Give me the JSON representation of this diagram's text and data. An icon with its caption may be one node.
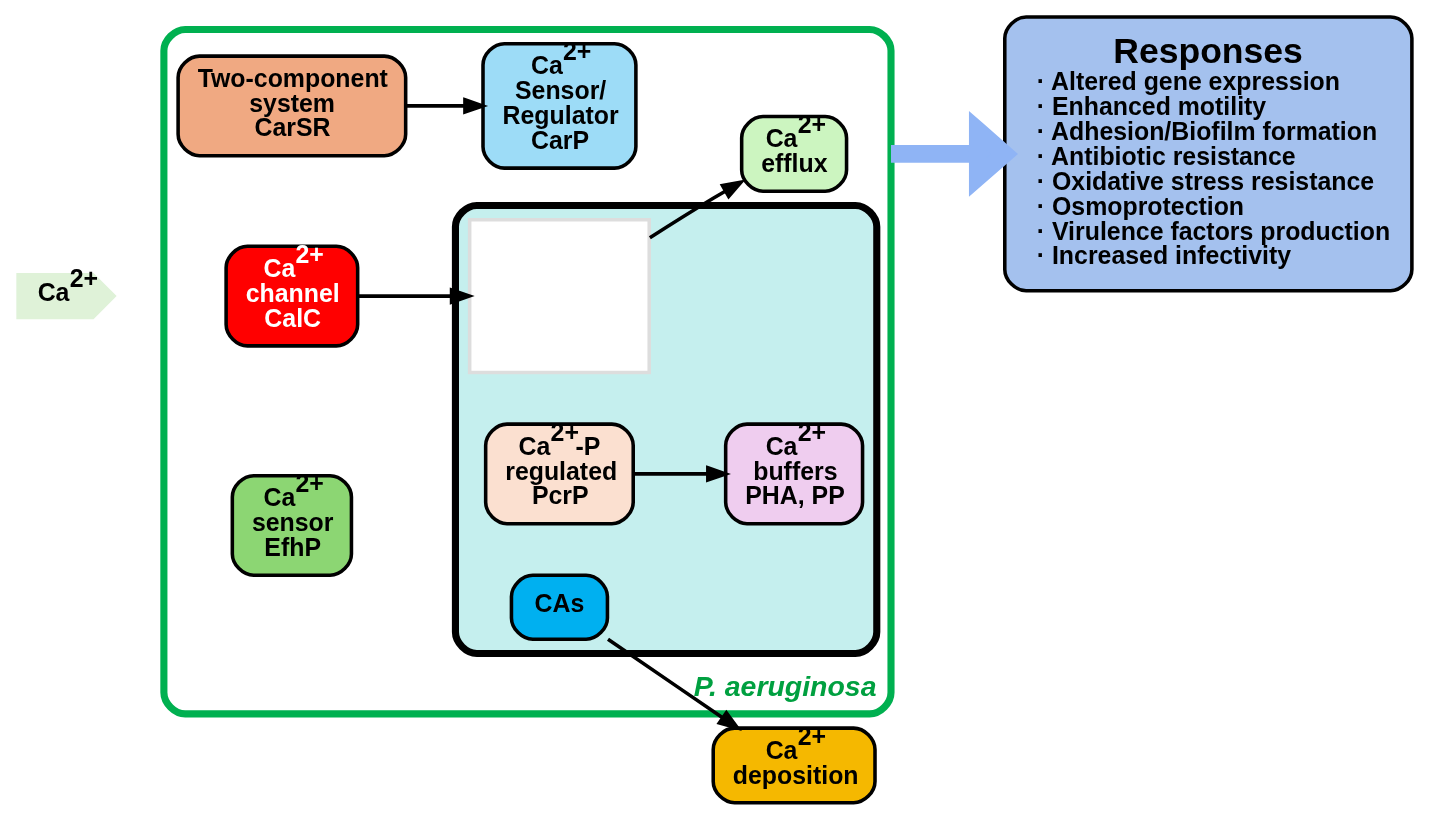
{
  "diagram": {
    "nodes": [
      {
        "text": [
          "P. aeruginosa"
        ]
      },
      {
        "text": [
          "Ca$^{2+}$"
        ]
      },
      {
        "text": [],
        "shape": "box",
        "in": 0
      },
      {
        "text": [
          "Two-component system CarSR"
        ],
        "in": 0
      },
      {
        "text": [
          "Ca$^{2+}$ channel CalC"
        ],
        "in": 0
      },
      {
        "text": [
          "Ca$^{2+}$ sensor EfhP"
        ],
        "in": 0
      },
      {
        "text": [
          "Ca$^{2+}$ Sensor/ Regulator CarP"
        ],
        "in": 0
      },
      {
        "text": [],
        "shape": "box",
        "in": 2
      },
      {
        "text": [
          "Ca$^{2+}$-P regulated PcrP"
        ],
        "in": 2
      },
      {
        "text": [
          "Ca$^{2+}$ buffers PHA, PP"
        ],
        "in": 2
      },
      {
        "text": [
          "CAs"
        ],
        "in": 2
      },
      {
        "text": [
          "Ca$^{2+}$ efflux"
        ],
        "in": 0
      },
      {
        "text": [
          "Ca$^{2+}$ deposition"
        ]
      },
      {
        "text": [
          "Responses",
          "· Altered gene expression",
          "· Enhanced motility",
          "· Adhesion/Biofilm formation",
          "· Antibiotic resistance",
          "· Oxidative stress resistance",
          "· Osmoprotection",
          "· Virulence factors production",
          "· Increased infectivity"
        ]
      }
    ],
    "edges": [
      {
        "from": 3,
        "to": 6,
        "arrow": "to"
      },
      {
        "from": 4,
        "to": 7,
        "arrow": "to"
      },
      {
        "from": 7,
        "to": 11,
        "arrow": "to"
      },
      {
        "from": 8,
        "to": 9,
        "arrow": "to"
      },
      {
        "from": 10,
        "to": 12,
        "arrow": "to"
      },
      {
        "from": 0,
        "to": 13,
        "arrow": "to",
        "style": "thick",
        "color": "#8fb4f5"
      }
    ]
  }
}
